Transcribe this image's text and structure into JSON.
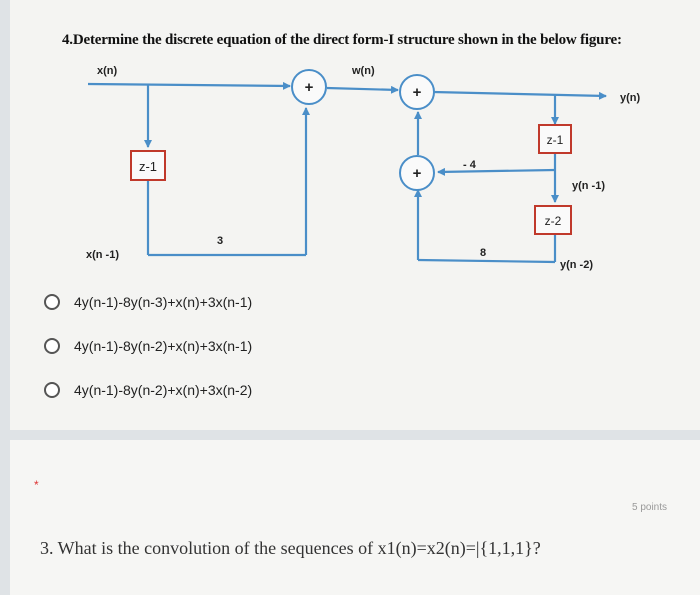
{
  "question4": {
    "title": "4.Determine the discrete equation of the direct form-I structure shown in the below figure:",
    "diagram": {
      "label_xn": "x(n)",
      "label_wn": "w(n)",
      "label_yn": "y(n)",
      "label_xn1": "x(n -1)",
      "label_yn1": "y(n -1)",
      "label_yn2": "y(n -2)",
      "delay_left": "z-1",
      "delay_right_top": "z-1",
      "delay_right_bottom": "z-2",
      "gain_3": "3",
      "gain_neg4": "- 4",
      "gain_8": "8",
      "adder_symbol": "+"
    },
    "options": [
      {
        "label": "4y(n-1)-8y(n-3)+x(n)+3x(n-1)"
      },
      {
        "label": "4y(n-1)-8y(n-2)+x(n)+3x(n-1)"
      },
      {
        "label": "4y(n-1)-8y(n-2)+x(n)+3x(n-2)"
      }
    ]
  },
  "question3": {
    "asterisk": "*",
    "points": "5 points",
    "text": "3.  What is the convolution of the sequences of x1(n)=x2(n)=|{1,1,1}?"
  },
  "colors": {
    "line": "#4a8ec8",
    "box": "#c0392b"
  }
}
